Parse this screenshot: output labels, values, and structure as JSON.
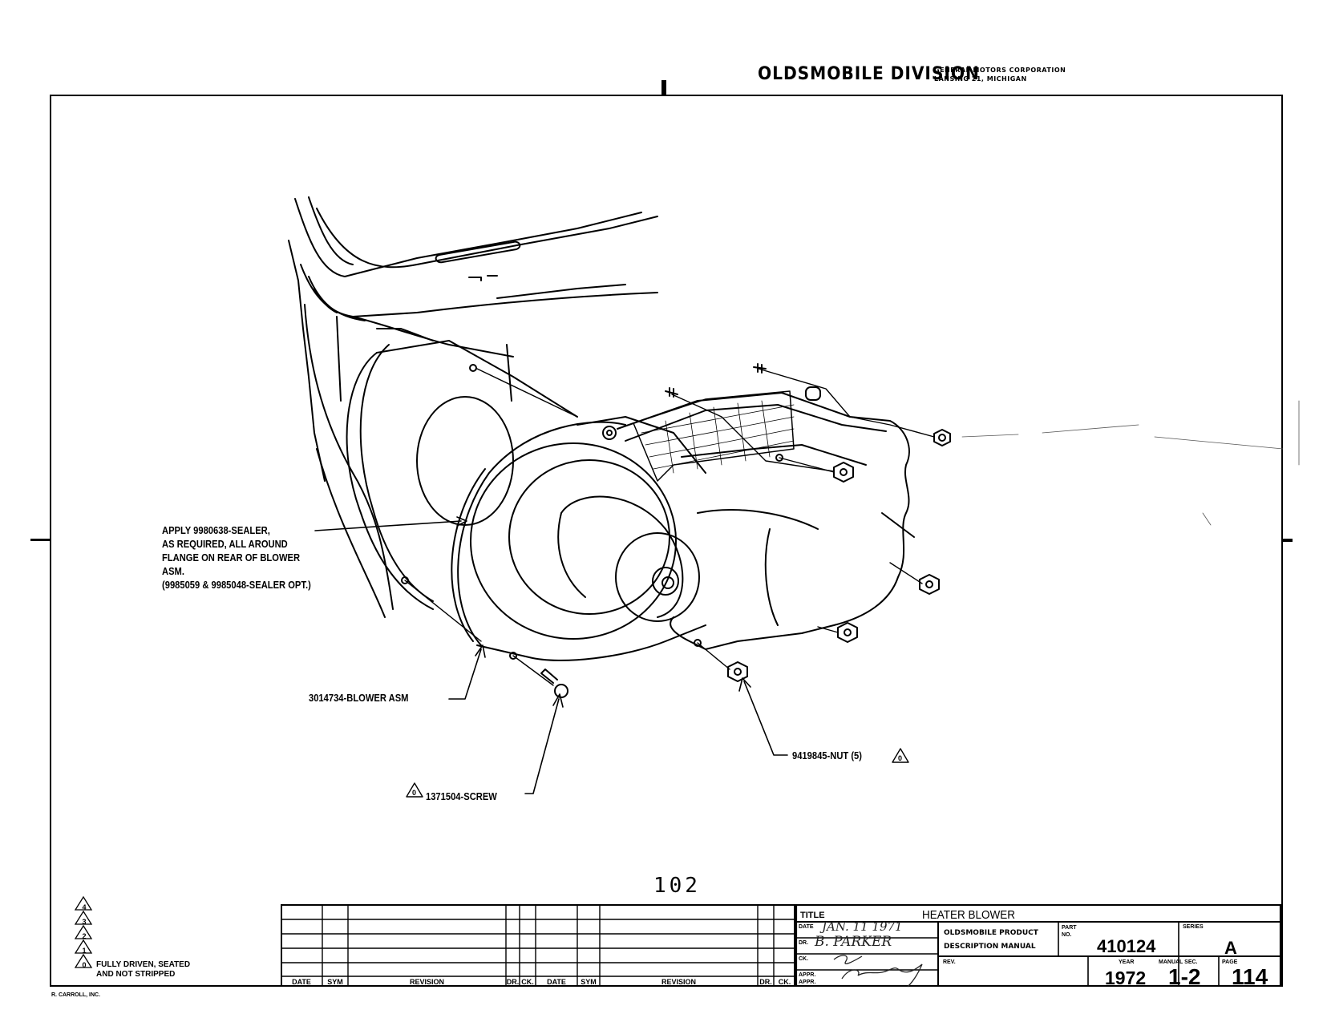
{
  "header": {
    "division": "OLDSMOBILE DIVISION",
    "corp_line1": "GENERAL MOTORS CORPORATION",
    "corp_line2": "LANSING 21, MICHIGAN"
  },
  "callouts": {
    "sealer": "APPLY 9980638-SEALER,\nAS REQUIRED, ALL AROUND\nFLANGE ON REAR OF BLOWER\nASM.\n(9985059 & 9985048-SEALER OPT.)",
    "blower": "3014734-BLOWER ASM",
    "nut": "9419845-NUT (5)",
    "screw": "1371504-SCREW"
  },
  "page_number": "102",
  "legend": {
    "numbers": [
      "4",
      "3",
      "2",
      "1",
      "0"
    ],
    "text": "FULLY DRIVEN, SEATED\nAND NOT STRIPPED"
  },
  "revision_table": {
    "headers": [
      "DATE",
      "SYM",
      "REVISION",
      "DR.",
      "CK.",
      "DATE",
      "SYM",
      "REVISION",
      "DR.",
      "CK."
    ]
  },
  "title_block": {
    "title_label": "TITLE",
    "title_value": "HEATER BLOWER",
    "date_label": "DATE",
    "date_value": "JAN. 11 1971",
    "dr_label": "DR.",
    "dr_value": "B. PARKER",
    "ck_label": "CK.",
    "appr_label": "APPR.",
    "appr2_label": "APPR.",
    "manual_line1": "OLDSMOBILE PRODUCT",
    "manual_line2": "DESCRIPTION MANUAL",
    "part_label": "PART\nNO.",
    "part_value": "410124",
    "series_label": "SERIES",
    "series_value": "A",
    "rev_label": "REV.",
    "year_label": "YEAR",
    "year_value": "1972",
    "manual_sec_label": "MANUAL SEC.",
    "manual_sec_value": "1-2",
    "page_label": "PAGE",
    "page_value": "114"
  },
  "printer_mark": "R. CARROLL, INC."
}
